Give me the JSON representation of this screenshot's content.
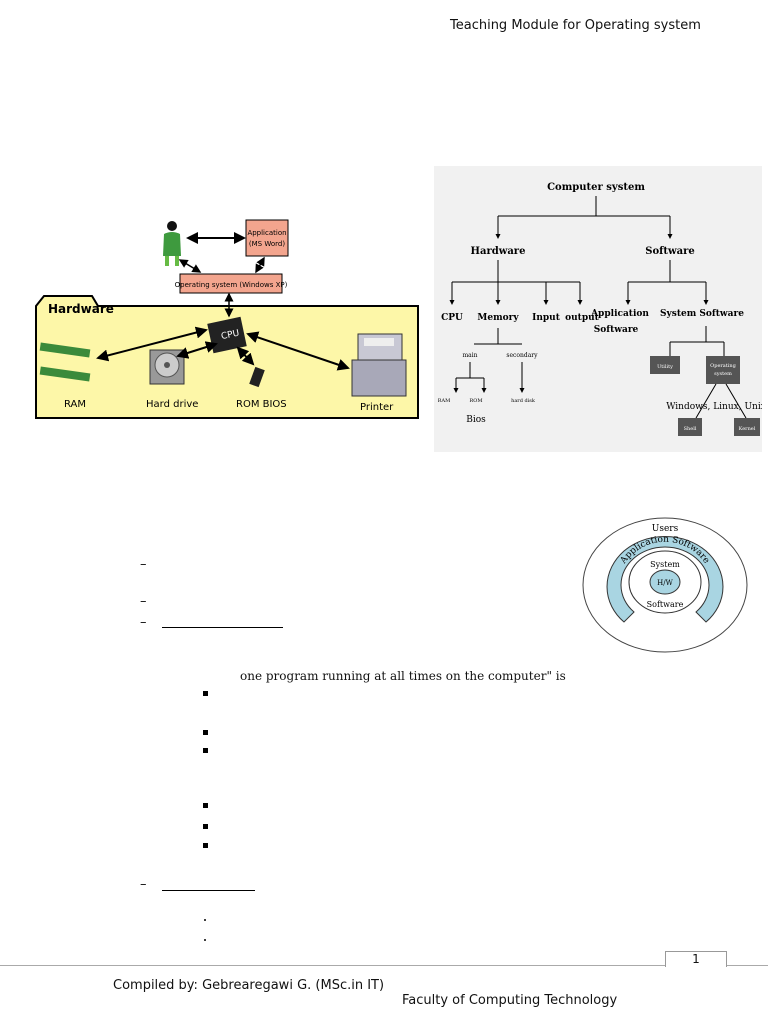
{
  "header": {
    "title": "Teaching Module for Operating system"
  },
  "figure_hardware": {
    "hardware_label": "Hardware",
    "application_label_1": "Application",
    "application_label_2": "(MS Word)",
    "os_label": "Operating system (Windows XP)",
    "cpu_label": "CPU",
    "ram_label": "RAM",
    "harddrive_label": "Hard drive",
    "rombios_label": "ROM BIOS",
    "printer_label": "Printer"
  },
  "figure_tree": {
    "root": "Computer system",
    "hardware": "Hardware",
    "software": "Software",
    "cpu": "CPU",
    "memory": "Memory",
    "input": "Input",
    "output": "output",
    "application_software_1": "Application",
    "application_software_2": "Software",
    "system_software": "System Software",
    "main": "main",
    "secondary": "secondary",
    "ram": "RAM",
    "rom": "ROM",
    "hard_disk": "hard disk",
    "bios": "Bios",
    "utility": "Utility",
    "operating_system_1": "Operating",
    "operating_system_2": "system",
    "os_examples": "Windows, Linux, Unix",
    "shell": "Shell",
    "kernel": "Kernel"
  },
  "figure_layers": {
    "users": "Users",
    "application_software": "Application Software",
    "system": "System",
    "hw": "H/W",
    "software": "Software"
  },
  "body": {
    "dash_symbol": "–",
    "quote_text": "one program running at all   times on the computer\" is"
  },
  "footer": {
    "page_number": "1",
    "compiled_by": "Compiled by: Gebrearegawi G. (MSc.in IT)",
    "faculty": "Faculty of Computing Technology"
  }
}
